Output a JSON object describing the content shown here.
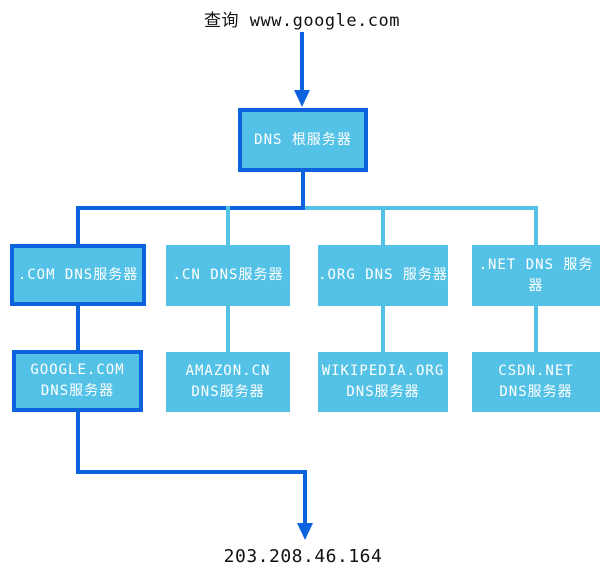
{
  "diagram": {
    "query_label": "查询 www.google.com",
    "result_ip": "203.208.46.164",
    "colors": {
      "highlight_blue": "#0d63dd",
      "node_fill_blue": "#54c2e6",
      "text_on_node": "#ffffff",
      "text_plain": "#111111"
    },
    "root": {
      "label": "DNS 根服务器",
      "highlighted": true
    },
    "tld_servers": [
      {
        "label": ".COM DNS服务器",
        "highlighted": true
      },
      {
        "label": ".CN DNS服务器",
        "highlighted": false
      },
      {
        "label": ".ORG DNS 服务器",
        "highlighted": false
      },
      {
        "label": ".NET DNS 服务器",
        "highlighted": false
      }
    ],
    "authoritative_servers": [
      {
        "line1": "GOOGLE.COM",
        "line2": "DNS服务器",
        "highlighted": true
      },
      {
        "line1": "AMAZON.CN",
        "line2": "DNS服务器",
        "highlighted": false
      },
      {
        "line1": "WIKIPEDIA.ORG",
        "line2": "DNS服务器",
        "highlighted": false
      },
      {
        "line1": "CSDN.NET",
        "line2": "DNS服务器",
        "highlighted": false
      }
    ]
  }
}
